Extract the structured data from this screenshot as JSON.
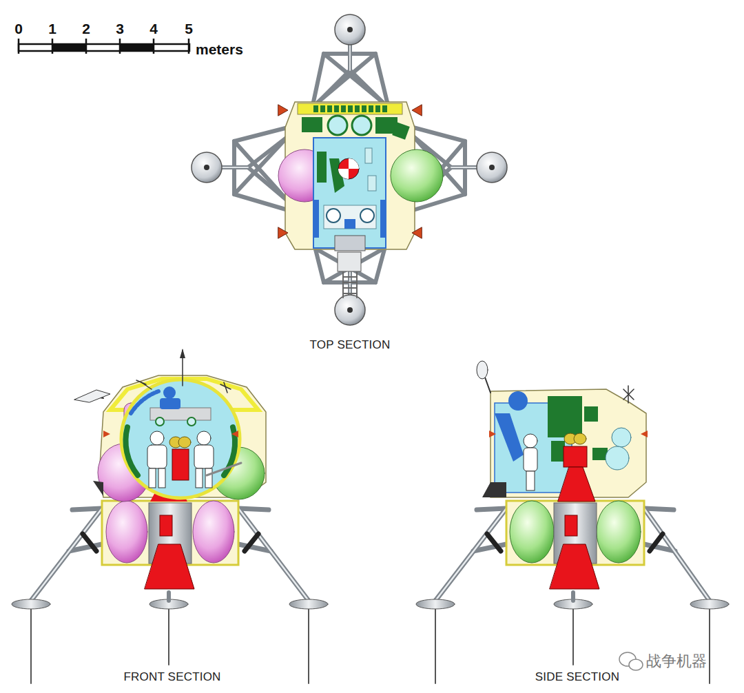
{
  "diagram": {
    "labels": [
      "0",
      "1",
      "2",
      "3",
      "4",
      "5",
      "meters",
      "TOP SECTION",
      "FRONT SECTION",
      "SIDE SECTION",
      "战争机器"
    ]
  }
}
